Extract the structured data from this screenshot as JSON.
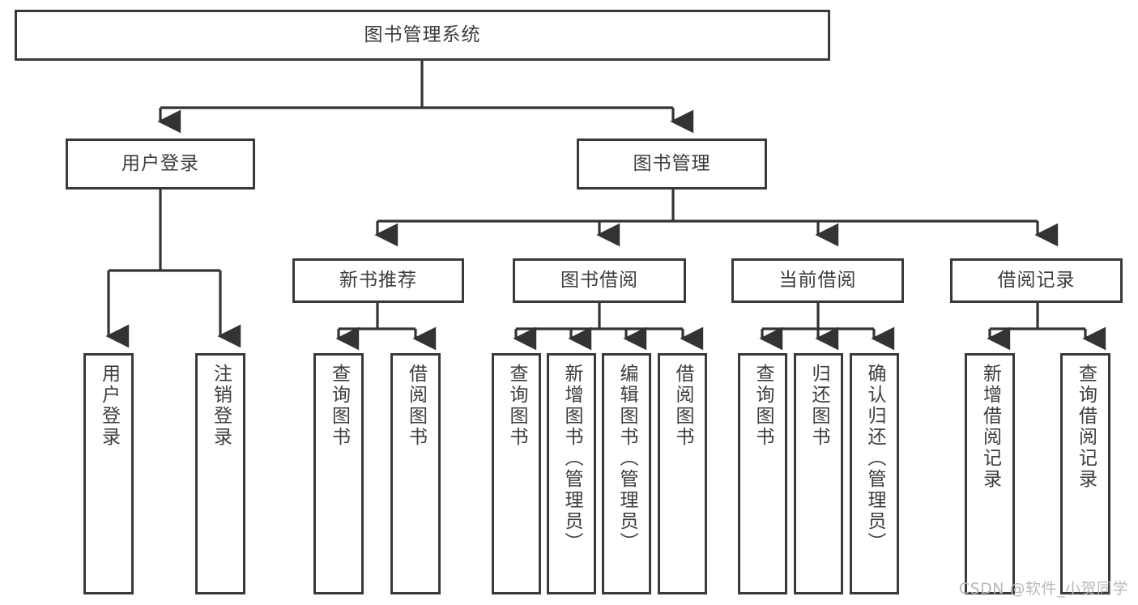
{
  "diagram": {
    "title": "图书管理系统",
    "type": "tree-hierarchy",
    "watermark": "CSDN @软件_小贺同学",
    "colors": {
      "box_border": "#3a3a3a",
      "box_fill": "#ffffff",
      "line": "#333333",
      "text": "#3d3d3d",
      "watermark": "#b9b9b9",
      "background": "#ffffff"
    },
    "nodes": {
      "root": {
        "label": "图书管理系统"
      },
      "level2": [
        {
          "label": "用户登录"
        },
        {
          "label": "图书管理"
        }
      ],
      "level3": [
        {
          "label": "新书推荐"
        },
        {
          "label": "图书借阅"
        },
        {
          "label": "当前借阅"
        },
        {
          "label": "借阅记录"
        }
      ],
      "leaves": {
        "user_login": [
          {
            "label": "用户登录"
          },
          {
            "label": "注销登录"
          }
        ],
        "new_book_recommend": [
          {
            "label": "查询图书"
          },
          {
            "label": "借阅图书"
          }
        ],
        "book_borrow": [
          {
            "label": "查询图书"
          },
          {
            "label": "新增图书（管理员）"
          },
          {
            "label": "编辑图书（管理员）"
          },
          {
            "label": "借阅图书"
          }
        ],
        "current_borrow": [
          {
            "label": "查询图书"
          },
          {
            "label": "归还图书"
          },
          {
            "label": "确认归还（管理员）"
          }
        ],
        "borrow_record": [
          {
            "label": "新增借阅记录"
          },
          {
            "label": "查询借阅记录"
          }
        ]
      }
    }
  }
}
